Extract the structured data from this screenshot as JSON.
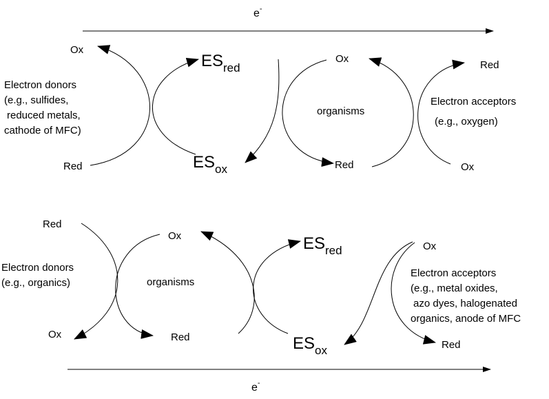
{
  "top": {
    "electron_label": "e",
    "electron_sup": "-",
    "donor_ox": "Ox",
    "donor_red": "Red",
    "donor_title": "Electron donors",
    "donor_lines": [
      "(e.g., sulfides,",
      "reduced metals,",
      "cathode of MFC)"
    ],
    "es_red_main": "ES",
    "es_red_sub": "red",
    "es_ox_main": "ES",
    "es_ox_sub": "ox",
    "organism_ox": "Ox",
    "organism_label": "organisms",
    "organism_red": "Red",
    "acceptor_red": "Red",
    "acceptor_title": "Electron acceptors",
    "acceptor_lines": [
      "(e.g., oxygen)"
    ],
    "acceptor_ox": "Ox"
  },
  "bottom": {
    "donor_red": "Red",
    "donor_title": "Electron donors",
    "donor_lines": [
      "(e.g., organics)"
    ],
    "donor_ox": "Ox",
    "organism_ox": "Ox",
    "organism_label": "organisms",
    "organism_red": "Red",
    "es_red_main": "ES",
    "es_red_sub": "red",
    "es_ox_main": "ES",
    "es_ox_sub": "ox",
    "acceptor_ox": "Ox",
    "acceptor_title": "Electron acceptors",
    "acceptor_lines": [
      "(e.g., metal oxides,",
      "azo dyes, halogenated",
      "organics, anode of MFC"
    ],
    "acceptor_red": "Red",
    "electron_label": "e",
    "electron_sup": "-"
  }
}
